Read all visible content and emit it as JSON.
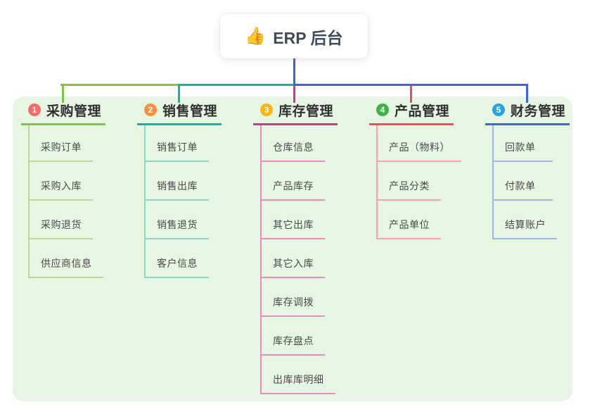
{
  "root": {
    "icon": "👍",
    "label": "ERP 后台"
  },
  "branches": [
    {
      "num": "1",
      "title": "采购管理",
      "badge_color": "#f56c6c",
      "line_color": "#82c341",
      "line_light": "#b9dc95",
      "children": [
        "采购订单",
        "采购入库",
        "采购退货",
        "供应商信息"
      ]
    },
    {
      "num": "2",
      "title": "销售管理",
      "badge_color": "#f8913f",
      "line_color": "#10b7a6",
      "line_light": "#8ad8cd",
      "children": [
        "销售订单",
        "销售出库",
        "销售退货",
        "客户信息"
      ]
    },
    {
      "num": "3",
      "title": "库存管理",
      "badge_color": "#fcb414",
      "line_color": "#d6348f",
      "line_light": "#ee8ac2",
      "children": [
        "仓库信息",
        "产品库存",
        "其它出库",
        "其它入库",
        "库存调拨",
        "库存盘点",
        "出库库明细"
      ]
    },
    {
      "num": "4",
      "title": "产品管理",
      "badge_color": "#43b14b",
      "line_color": "#f2495c",
      "line_light": "#f8a2aa",
      "children": [
        "产品（物料）",
        "产品分类",
        "产品单位"
      ]
    },
    {
      "num": "5",
      "title": "财务管理",
      "badge_color": "#2aa2e0",
      "line_color": "#3e63dd",
      "line_light": "#9fb4ec",
      "children": [
        "回款单",
        "付款单",
        "结算账户"
      ]
    }
  ],
  "colors": {
    "panel_bg": "#e7f6e2",
    "canvas_bg": "#ffffff",
    "root_text": "#3f4a5a",
    "title_text": "#303030",
    "child_text": "#4a4a4a"
  }
}
